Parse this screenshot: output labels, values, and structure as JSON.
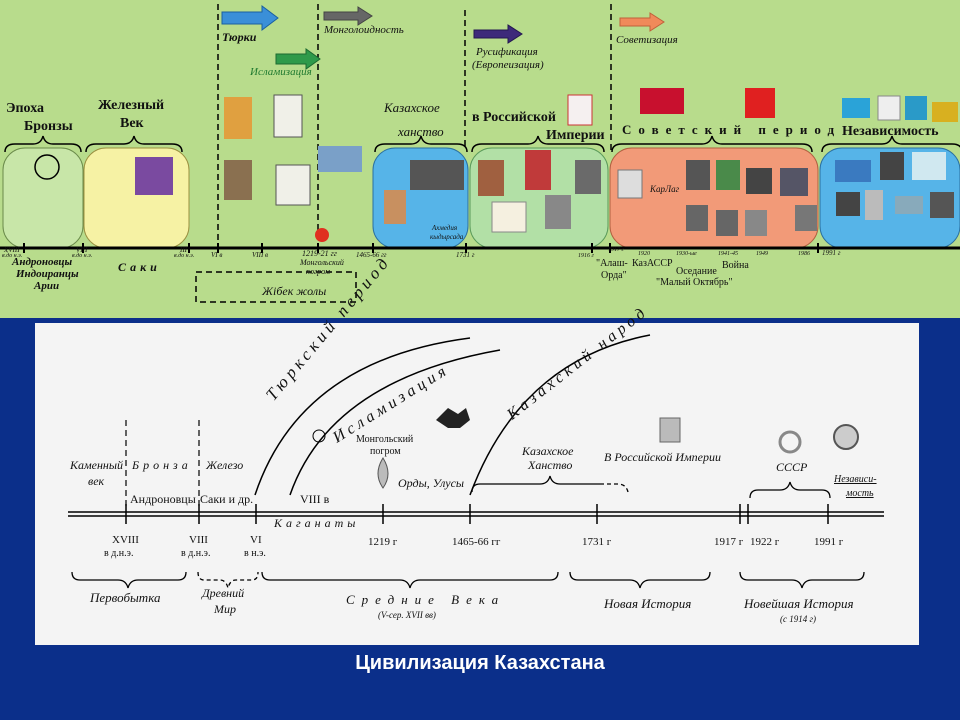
{
  "colors": {
    "top_bg": "#b8dc8c",
    "bottom_bg": "#f4f4f4",
    "frame_bg": "#0b2f8a",
    "bronze": "#c8e6a8",
    "iron": "#f6f2a4",
    "khanate": "#56b4e8",
    "russian": "#b2e0a6",
    "soviet": "#f29a78",
    "independence": "#56b4e8"
  },
  "top": {
    "arrows": {
      "turks": "Тюрки",
      "mongoloid": "Монголоидность",
      "islam": "Исламизация",
      "russification": "Русификация",
      "europeanization": "(Европеизация)",
      "sovietization": "Советизация"
    },
    "eras": {
      "bronze_1": "Эпоха",
      "bronze_2": "Бронзы",
      "iron_1": "Железный",
      "iron_2": "Век",
      "khanate_1": "Казахское",
      "khanate_2": "ханство",
      "russian_1": "в Российской",
      "russian_2": "Империи",
      "soviet": "Советский период",
      "independence": "Независимость"
    },
    "labels": {
      "andronovo_1": "Андроновцы",
      "andronovo_2": "Индоиранцы",
      "andronovo_3": "Арии",
      "saki": "Саки",
      "mongol_1": "1219-21 гг",
      "mongol_2": "Монгольский",
      "mongol_3": "погром",
      "ablai_1": "Ахмедия",
      "ablai_2": "кыдырсада",
      "alash_1": "\"Алаш-",
      "alash_2": "Орда\"",
      "kazassr": "КазАССР",
      "sedentary": "Оседание",
      "small_october": "\"Малый Октябрь\"",
      "war": "Война",
      "karlag": "КарЛаг",
      "silk_road": "Жібек жолы"
    },
    "dates": {
      "d1_1": "XVIII",
      "d1_2": "в.до н.э.",
      "d2_1": "VIII",
      "d2_2": "в.до н.э.",
      "d3_1": "III",
      "d3_2": "в.до н.э.",
      "d4": "VI в",
      "d5": "VIII в",
      "d6": "1465-66 гг",
      "d7": "1731 г",
      "d8": "1916 г",
      "d9": "1917 г",
      "d10": "1920",
      "d11": "1930-ые",
      "d12": "1941-45",
      "d13": "1949",
      "d14": "1986",
      "d15": "1991 г"
    }
  },
  "bottom": {
    "arcs": {
      "turkic": "Тюркский период",
      "islam": "Исламизация",
      "kazakh_people": "Казахский народ"
    },
    "labels": {
      "stone_1": "Каменный",
      "stone_2": "век",
      "bronze": "Бронза",
      "iron": "Железо",
      "andronovo": "Андроновцы",
      "saki": "Саки и др.",
      "mongol_1": "Монгольский",
      "mongol_2": "погром",
      "hordes": "Орды, Улусы",
      "khanate_1": "Казахское",
      "khanate_2": "Ханство",
      "russian_empire": "В Российской Империи",
      "ussr": "СССР",
      "independence_1": "Независи-",
      "independence_2": "мость",
      "viii": "VIII в",
      "kaganates": "Каганаты"
    },
    "dates": {
      "xviii_1": "XVIII",
      "xviii_2": "в д.н.э.",
      "viii_1": "VIII",
      "viii_2": "в д.н.э.",
      "vi_1": "VI",
      "vi_2": "в н.э.",
      "d1219": "1219 г",
      "d1465": "1465-66 гг",
      "d1731": "1731 г",
      "d1917": "1917 г",
      "d1922": "1922 г",
      "d1991": "1991 г"
    },
    "periods": {
      "primitive": "Первобытка",
      "ancient_1": "Древний",
      "ancient_2": "Мир",
      "middle_ages": "Средние Века",
      "middle_ages_sub": "(V-сер. XVII вв)",
      "new_history": "Новая История",
      "newest_history": "Новейшая История",
      "newest_sub": "(с 1914 г)"
    }
  },
  "caption": "Цивилизация Казахстана"
}
